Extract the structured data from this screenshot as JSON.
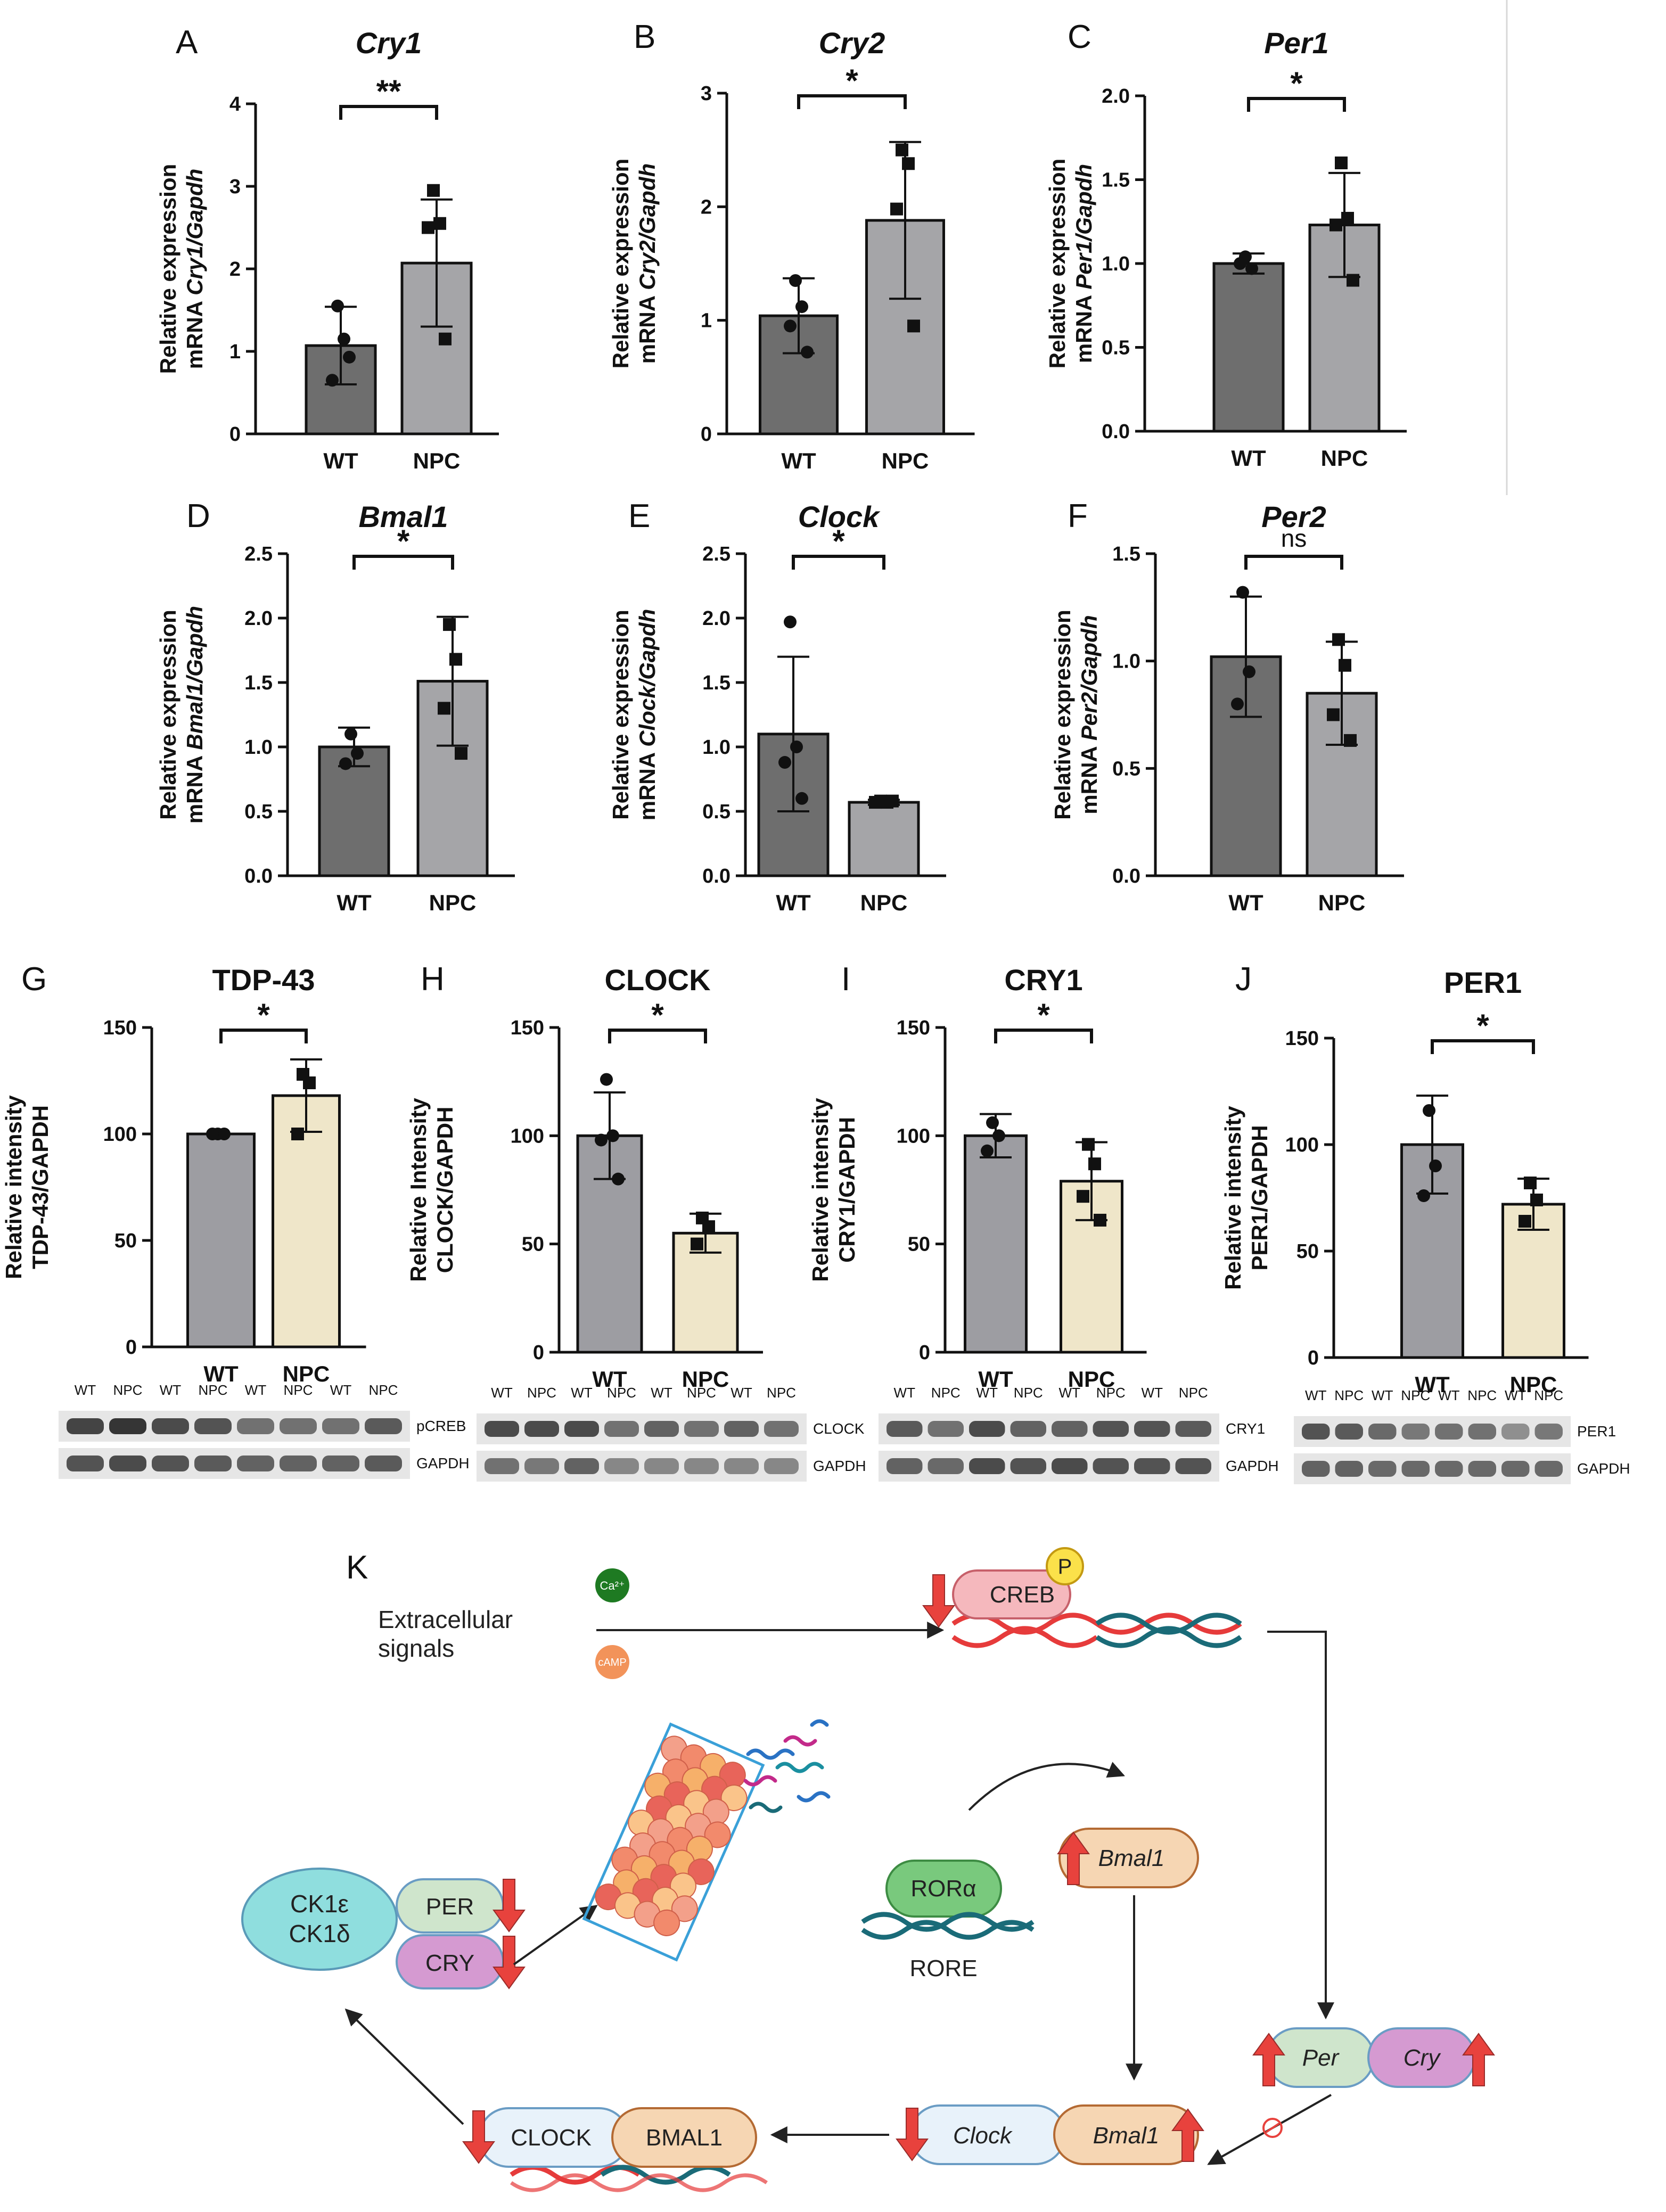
{
  "colors": {
    "wt_bar": "#6e6e6e",
    "npc_bar_qpcr": "#a5a5a8",
    "wt_bar_wb": "#9d9da2",
    "npc_bar_wb": "#efe6c9",
    "axis": "#111111",
    "down_arrow": "#e8423d"
  },
  "chart_data": [
    {
      "panel": "A",
      "type": "bar",
      "title": "Cry1",
      "title_italic": true,
      "ylabel_line1": "Relative expression",
      "ylabel_line2_pre": "mRNA ",
      "ylabel_line2_it": "Cry1/Gapdh",
      "categories": [
        "WT",
        "NPC"
      ],
      "ylim": [
        0,
        4
      ],
      "yticks": [
        "0",
        "1",
        "2",
        "3",
        "4"
      ],
      "values": [
        1.07,
        2.07
      ],
      "errors": [
        0.47,
        0.77
      ],
      "points": [
        [
          1.55,
          1.15,
          0.65,
          0.93
        ],
        [
          2.95,
          2.55,
          2.5,
          1.15
        ]
      ],
      "significance": "**"
    },
    {
      "panel": "B",
      "type": "bar",
      "title": "Cry2",
      "title_italic": true,
      "ylabel_line1": "Relative expression",
      "ylabel_line2_pre": "mRNA ",
      "ylabel_line2_it": "Cry2/Gapdh",
      "categories": [
        "WT",
        "NPC"
      ],
      "ylim": [
        0,
        3
      ],
      "yticks": [
        "0",
        "1",
        "2",
        "3"
      ],
      "values": [
        1.04,
        1.88
      ],
      "errors": [
        0.33,
        0.69
      ],
      "points": [
        [
          1.35,
          1.12,
          0.95,
          0.72
        ],
        [
          2.5,
          2.38,
          1.98,
          0.95
        ]
      ],
      "significance": "*"
    },
    {
      "panel": "C",
      "type": "bar",
      "title": "Per1",
      "title_italic": true,
      "ylabel_line1": "Relative expression",
      "ylabel_line2_pre": "mRNA ",
      "ylabel_line2_it": "Per1/Gapdh",
      "categories": [
        "WT",
        "NPC"
      ],
      "ylim": [
        0,
        2.0
      ],
      "yticks": [
        "0.0",
        "0.5",
        "1.0",
        "1.5",
        "2.0"
      ],
      "values": [
        1.0,
        1.23
      ],
      "errors": [
        0.06,
        0.31
      ],
      "points": [
        [
          1.04,
          0.97,
          1.0
        ],
        [
          1.6,
          1.27,
          1.23,
          0.9
        ]
      ],
      "significance": "*"
    },
    {
      "panel": "D",
      "type": "bar",
      "title": "Bmal1",
      "title_italic": true,
      "ylabel_line1": "Relative expression",
      "ylabel_line2_pre": "mRNA ",
      "ylabel_line2_it": "Bmal1/Gapdh",
      "categories": [
        "WT",
        "NPC"
      ],
      "ylim": [
        0,
        2.5
      ],
      "yticks": [
        "0.0",
        "0.5",
        "1.0",
        "1.5",
        "2.0",
        "2.5"
      ],
      "values": [
        1.0,
        1.51
      ],
      "errors": [
        0.15,
        0.5
      ],
      "points": [
        [
          1.1,
          0.95,
          0.87
        ],
        [
          1.95,
          1.68,
          1.3,
          0.95
        ]
      ],
      "significance": "*"
    },
    {
      "panel": "E",
      "type": "bar",
      "title": "Clock",
      "title_italic": true,
      "ylabel_line1": "Relative expression",
      "ylabel_line2_pre": "mRNA ",
      "ylabel_line2_it": "Clock/Gapdh",
      "categories": [
        "WT",
        "NPC"
      ],
      "ylim": [
        0,
        2.5
      ],
      "yticks": [
        "0.0",
        "0.5",
        "1.0",
        "1.5",
        "2.0",
        "2.5"
      ],
      "values": [
        1.1,
        0.57
      ],
      "errors": [
        0.6,
        0.02
      ],
      "points": [
        [
          1.97,
          1.0,
          0.88,
          0.6
        ],
        [
          0.58,
          0.57,
          0.57,
          0.58
        ]
      ],
      "significance": "*"
    },
    {
      "panel": "F",
      "type": "bar",
      "title": "Per2",
      "title_italic": true,
      "ylabel_line1": "Relative expression",
      "ylabel_line2_pre": "mRNA ",
      "ylabel_line2_it": "Per2/Gapdh",
      "categories": [
        "WT",
        "NPC"
      ],
      "ylim": [
        0,
        1.5
      ],
      "yticks": [
        "0.0",
        "0.5",
        "1.0",
        "1.5"
      ],
      "values": [
        1.02,
        0.85
      ],
      "errors": [
        0.28,
        0.24
      ],
      "points": [
        [
          1.32,
          0.95,
          0.8
        ],
        [
          1.1,
          0.98,
          0.75,
          0.63
        ]
      ],
      "significance": "ns"
    },
    {
      "panel": "G",
      "type": "bar",
      "title": "TDP-43",
      "title_italic": false,
      "ylabel_line1": "Relative intensity",
      "ylabel_line2_pre": "TDP-43/GAPDH",
      "ylabel_line2_it": "",
      "categories": [
        "WT",
        "NPC"
      ],
      "ylim": [
        0,
        150
      ],
      "yticks": [
        "0",
        "50",
        "100",
        "150"
      ],
      "values": [
        100,
        118
      ],
      "errors": [
        0,
        17
      ],
      "points": [
        [
          100,
          100,
          100
        ],
        [
          128,
          124,
          100
        ]
      ],
      "significance": "*"
    },
    {
      "panel": "H",
      "type": "bar",
      "title": "CLOCK",
      "title_italic": false,
      "ylabel_line1": "Relative Intensity",
      "ylabel_line2_pre": "CLOCK/GAPDH",
      "ylabel_line2_it": "",
      "categories": [
        "WT",
        "NPC"
      ],
      "ylim": [
        0,
        150
      ],
      "yticks": [
        "0",
        "50",
        "100",
        "150"
      ],
      "values": [
        100,
        55
      ],
      "errors": [
        20,
        9
      ],
      "points": [
        [
          126,
          100,
          98,
          80
        ],
        [
          62,
          58,
          50
        ]
      ],
      "significance": "*"
    },
    {
      "panel": "I",
      "type": "bar",
      "title": "CRY1",
      "title_italic": false,
      "ylabel_line1": "Relative intensity",
      "ylabel_line2_pre": "CRY1/GAPDH",
      "ylabel_line2_it": "",
      "categories": [
        "WT",
        "NPC"
      ],
      "ylim": [
        0,
        150
      ],
      "yticks": [
        "0",
        "50",
        "100",
        "150"
      ],
      "values": [
        100,
        79
      ],
      "errors": [
        10,
        18
      ],
      "points": [
        [
          106,
          100,
          93
        ],
        [
          96,
          87,
          72,
          61
        ]
      ],
      "significance": "*"
    },
    {
      "panel": "J",
      "type": "bar",
      "title": "PER1",
      "title_italic": false,
      "ylabel_line1": "Relative intensity",
      "ylabel_line2_pre": "PER1/GAPDH",
      "ylabel_line2_it": "",
      "categories": [
        "WT",
        "NPC"
      ],
      "ylim": [
        0,
        150
      ],
      "yticks": [
        "0",
        "50",
        "100",
        "150"
      ],
      "values": [
        100,
        72
      ],
      "errors": [
        23,
        12
      ],
      "points": [
        [
          116,
          90,
          76
        ],
        [
          82,
          74,
          64
        ]
      ],
      "significance": "*"
    }
  ],
  "blots": [
    {
      "panel": "G",
      "lanes": [
        "WT",
        "NPC",
        "WT",
        "NPC",
        "WT",
        "NPC",
        "WT",
        "NPC"
      ],
      "bands": [
        "pCREB",
        "GAPDH"
      ]
    },
    {
      "panel": "H",
      "lanes": [
        "WT",
        "NPC",
        "WT",
        "NPC",
        "WT",
        "NPC",
        "WT",
        "NPC"
      ],
      "bands": [
        "CLOCK",
        "GAPDH"
      ]
    },
    {
      "panel": "I",
      "lanes": [
        "WT",
        "NPC",
        "WT",
        "NPC",
        "WT",
        "NPC",
        "WT",
        "NPC"
      ],
      "bands": [
        "CRY1",
        "GAPDH"
      ]
    },
    {
      "panel": "J",
      "lanes": [
        "WT",
        "NPC",
        "WT",
        "NPC",
        "WT",
        "NPC",
        "WT",
        "NPC"
      ],
      "bands": [
        "PER1",
        "GAPDH"
      ]
    }
  ],
  "diagram": {
    "panel": "K",
    "extracellular": "Extracellular\nsignals",
    "ca": "Ca²⁺",
    "camp": "cAMP",
    "creb": "CREB",
    "phospho": "P",
    "ror": "RORα",
    "rore": "RORE",
    "bmal1_gene": "Bmal1",
    "per_gene": "Per",
    "cry_gene": "Cry",
    "clock_gene": "Clock",
    "clock_protein": "CLOCK",
    "bmal1_protein": "BMAL1",
    "ck1e": "CK1ε",
    "ck1d": "CK1δ",
    "per_protein": "PER",
    "cry_protein": "CRY"
  }
}
